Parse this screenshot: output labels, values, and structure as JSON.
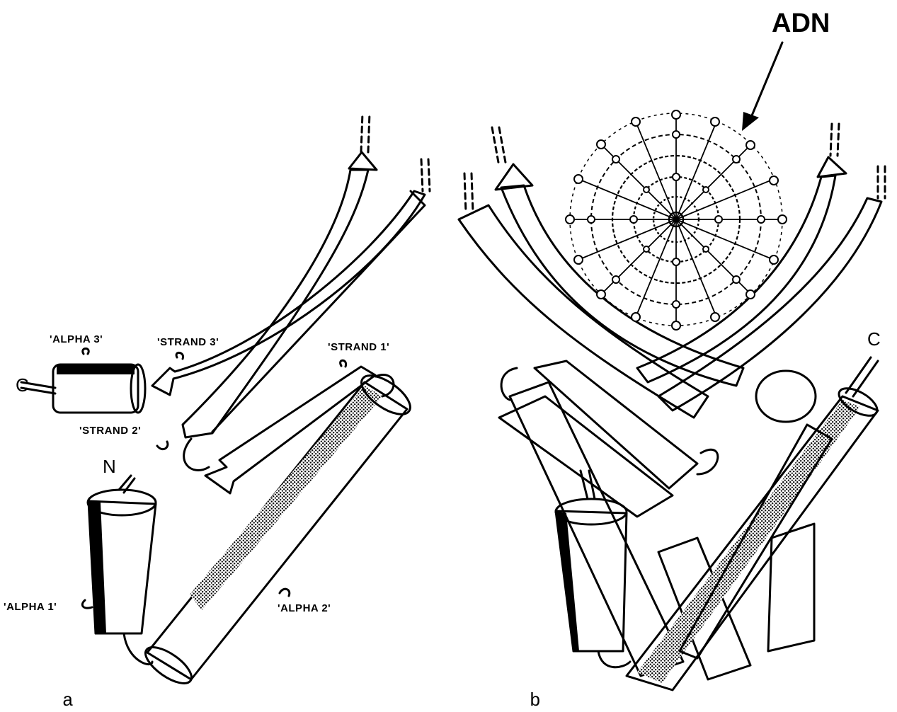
{
  "panels": {
    "a": {
      "label": "a",
      "labels": {
        "alpha1": "'ALPHA 1'",
        "alpha2": "'ALPHA 2'",
        "alpha3": "'ALPHA 3'",
        "strand1": "'STRAND 1'",
        "strand2": "'STRAND 2'",
        "strand3": "'STRAND 3'",
        "c_term": "C",
        "n_term": "N"
      }
    },
    "b": {
      "label": "b",
      "dna_label": "ADN",
      "c_term": "C"
    }
  },
  "colors": {
    "ink": "#000000",
    "paper": "#ffffff"
  }
}
